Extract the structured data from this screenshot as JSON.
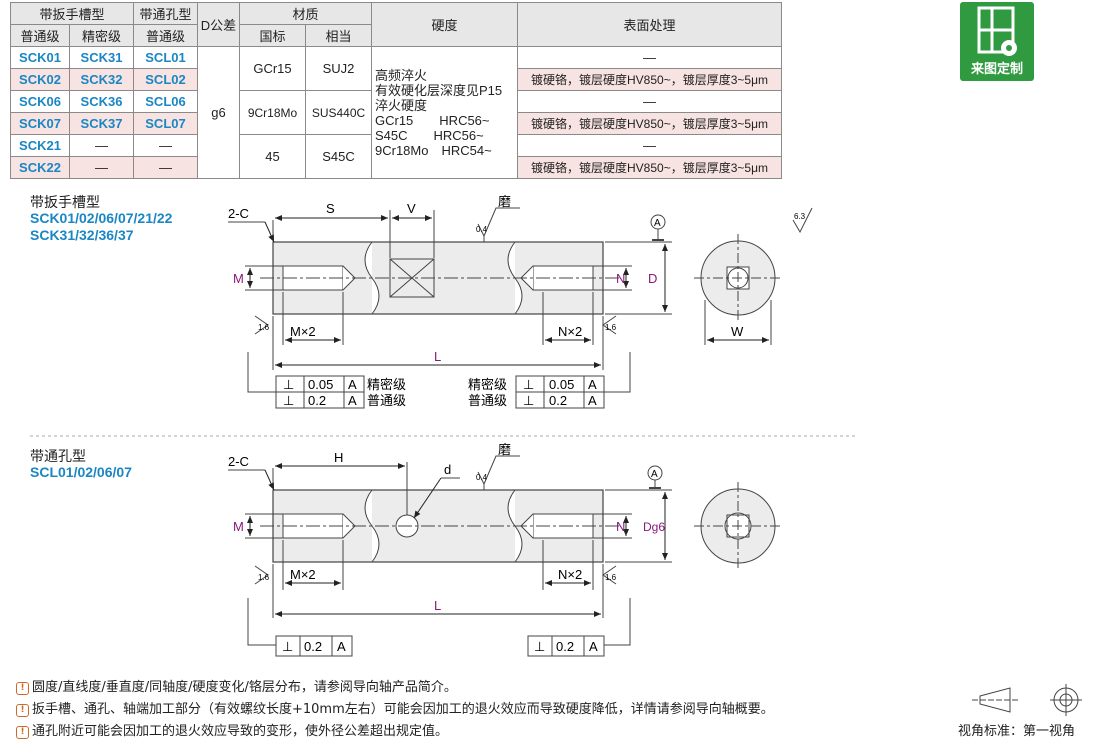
{
  "table": {
    "h_wrench": "带扳手槽型",
    "h_through": "带通孔型",
    "h_dtol": "D公差",
    "h_material": "材质",
    "h_hardness": "硬度",
    "h_surface": "表面处理",
    "h_normal": "普通级",
    "h_precision": "精密级",
    "h_normal2": "普通级",
    "h_std": "国标",
    "h_equiv": "相当",
    "rows": [
      {
        "a": "SCK01",
        "b": "SCK31",
        "c": "SCL01"
      },
      {
        "a": "SCK02",
        "b": "SCK32",
        "c": "SCL02"
      },
      {
        "a": "SCK06",
        "b": "SCK36",
        "c": "SCL06"
      },
      {
        "a": "SCK07",
        "b": "SCK37",
        "c": "SCL07"
      },
      {
        "a": "SCK21",
        "b": "—",
        "c": "—"
      },
      {
        "a": "SCK22",
        "b": "—",
        "c": "—"
      }
    ],
    "dtol": "g6",
    "mat1_std": "GCr15",
    "mat1_eq": "SUJ2",
    "mat2_std": "9Cr18Mo",
    "mat2_eq": "SUS440C",
    "mat3_std": "45",
    "mat3_eq": "S45C",
    "hard": [
      "高频淬火",
      "有效硬化层深度见P15",
      "淬火硬度",
      "GCr15　　HRC56~",
      "S45C　　HRC56~",
      "9Cr18Mo　HRC54~"
    ],
    "surface_none": "—",
    "surface_plated": "镀硬铬，镀层硬度HV850~，镀层厚度3~5μm"
  },
  "badge": {
    "label": "来图定制"
  },
  "section1": {
    "title": "带扳手槽型",
    "codes1": "SCK01/02/06/07/21/22",
    "codes2": "SCK31/32/36/37"
  },
  "section2": {
    "title": "带通孔型",
    "codes": "SCL01/02/06/07"
  },
  "dims": {
    "chamfer": "2-C",
    "S": "S",
    "V": "V",
    "grind": "磨",
    "rough04": "0.4",
    "rough63": "6.3",
    "rough16": "1.6",
    "datumA": "A",
    "M": "M",
    "N": "N",
    "D": "D",
    "Dg6": "Dg6",
    "W": "W",
    "Mx2": "M×2",
    "Nx2": "N×2",
    "L": "L",
    "H": "H",
    "d": "d",
    "tol_prec": "0.05",
    "tol_norm": "0.2",
    "perp": "⊥",
    "lbl_prec": "精密级",
    "lbl_norm": "普通级"
  },
  "notes": [
    "圆度/直线度/垂直度/同轴度/硬度变化/铬层分布，请参阅导向轴产品简介。",
    "扳手槽、通孔、轴端加工部分（有效螺纹长度+10mm左右）可能会因加工的退火效应而导致硬度降低，详情请参阅导向轴概要。",
    "通孔附近可能会因加工的退火效应导致的变形，使外径公差超出规定值。"
  ],
  "note_icon": "info-icon",
  "view_label": "视角标准：第一视角",
  "colors": {
    "code": "#1a86c4",
    "pink": "#f7e3e1",
    "badge": "#2f9a40",
    "dim": "#8a1a7a"
  }
}
